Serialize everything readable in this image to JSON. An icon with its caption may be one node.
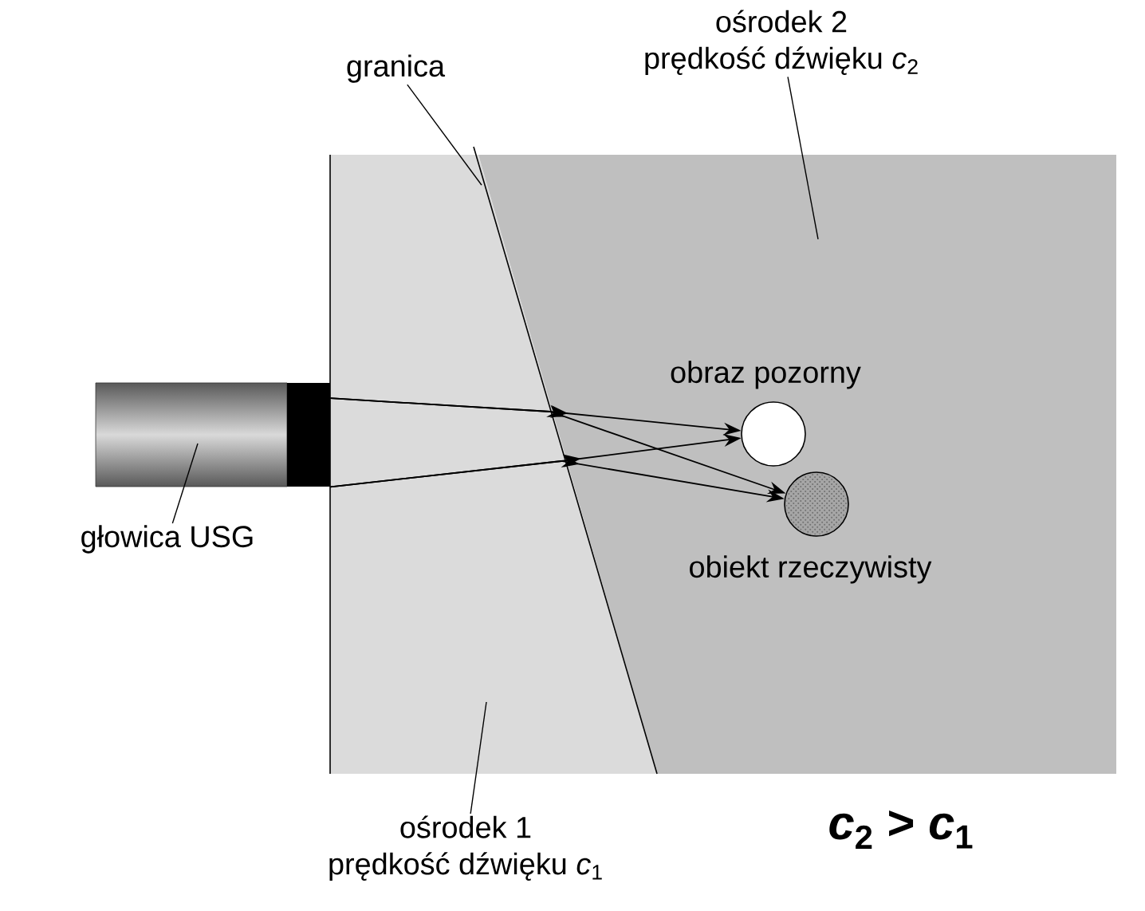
{
  "diagram": {
    "nodes": [
      {
        "text": [
          "granica"
        ]
      },
      {
        "text": [
          "ośrodek 2",
          "prędkość dźwięku *c*$_{2}$"
        ]
      },
      {
        "text": [
          "ośrodek 1",
          "prędkość dźwięku *c*$_{1}$"
        ]
      },
      {
        "text": [],
        "shape": "cylinder"
      },
      {
        "text": [
          "głowica USG"
        ]
      },
      {
        "text": [],
        "shape": "circle",
        "beside": [
          "obraz pozorny"
        ]
      },
      {
        "text": [],
        "shape": "circle",
        "beside": [
          "obiekt rzeczywisty"
        ]
      }
    ],
    "edges": [
      {
        "from": 0,
        "to": null,
        "arrow": "none"
      },
      {
        "from": 1,
        "to": null,
        "arrow": "none"
      },
      {
        "from": 2,
        "to": null,
        "arrow": "none"
      },
      {
        "from": 4,
        "to": 3,
        "arrow": "none"
      },
      {
        "from": 3,
        "to": 5,
        "arrow": "to"
      },
      {
        "from": 3,
        "to": 6,
        "arrow": "to"
      },
      {
        "from": 3,
        "to": 5,
        "arrow": "to"
      },
      {
        "from": 3,
        "to": 6,
        "arrow": "to"
      }
    ],
    "labels": [
      "*c*$_{2}$ > *c*$_{1}$"
    ]
  }
}
